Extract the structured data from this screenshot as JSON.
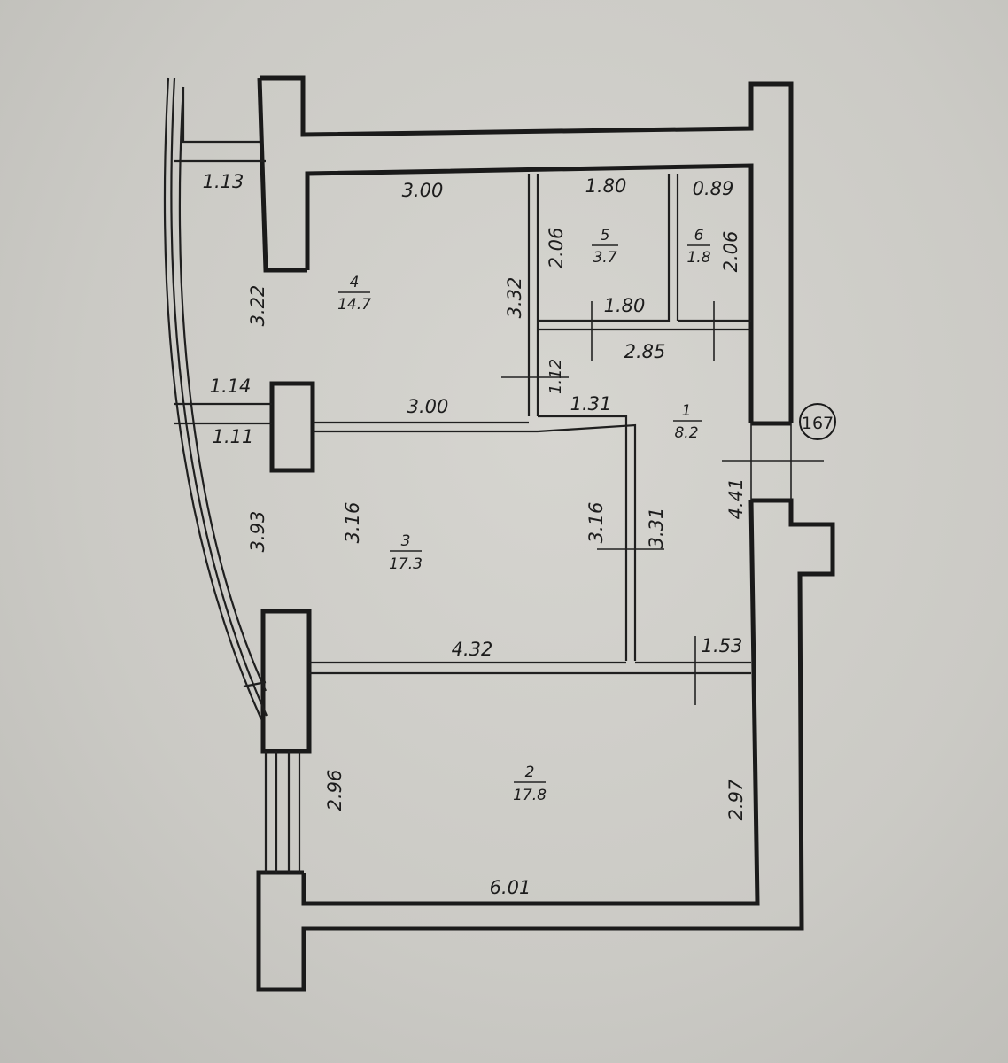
{
  "apartment_number": "167",
  "rooms": [
    {
      "number": "1",
      "area": "8.2"
    },
    {
      "number": "2",
      "area": "17.8"
    },
    {
      "number": "3",
      "area": "17.3"
    },
    {
      "number": "4",
      "area": "14.7"
    },
    {
      "number": "5",
      "area": "3.7"
    },
    {
      "number": "6",
      "area": "1.8"
    }
  ],
  "dimensions": {
    "balcony_top": "1.13",
    "room4_top": "3.00",
    "room4_side": "3.22",
    "room4_right": "3.32",
    "room5_top": "1.80",
    "room5_side": "2.06",
    "room5_bottom": "1.80",
    "room6_top": "0.89",
    "room6_side": "2.06",
    "hall_top": "2.85",
    "hall_door": "1.12",
    "hall_width": "1.31",
    "balcony_mid_upper": "1.14",
    "balcony_mid_lower": "1.11",
    "room3_top": "3.00",
    "balcony_side": "3.93",
    "room3_left": "3.16",
    "room3_right": "3.16",
    "hall_side": "3.31",
    "entrance": "4.41",
    "room3_bottom": "4.32",
    "hall_bottom": "1.53",
    "room2_left": "2.96",
    "room2_right": "2.97",
    "room2_bottom": "6.01"
  }
}
